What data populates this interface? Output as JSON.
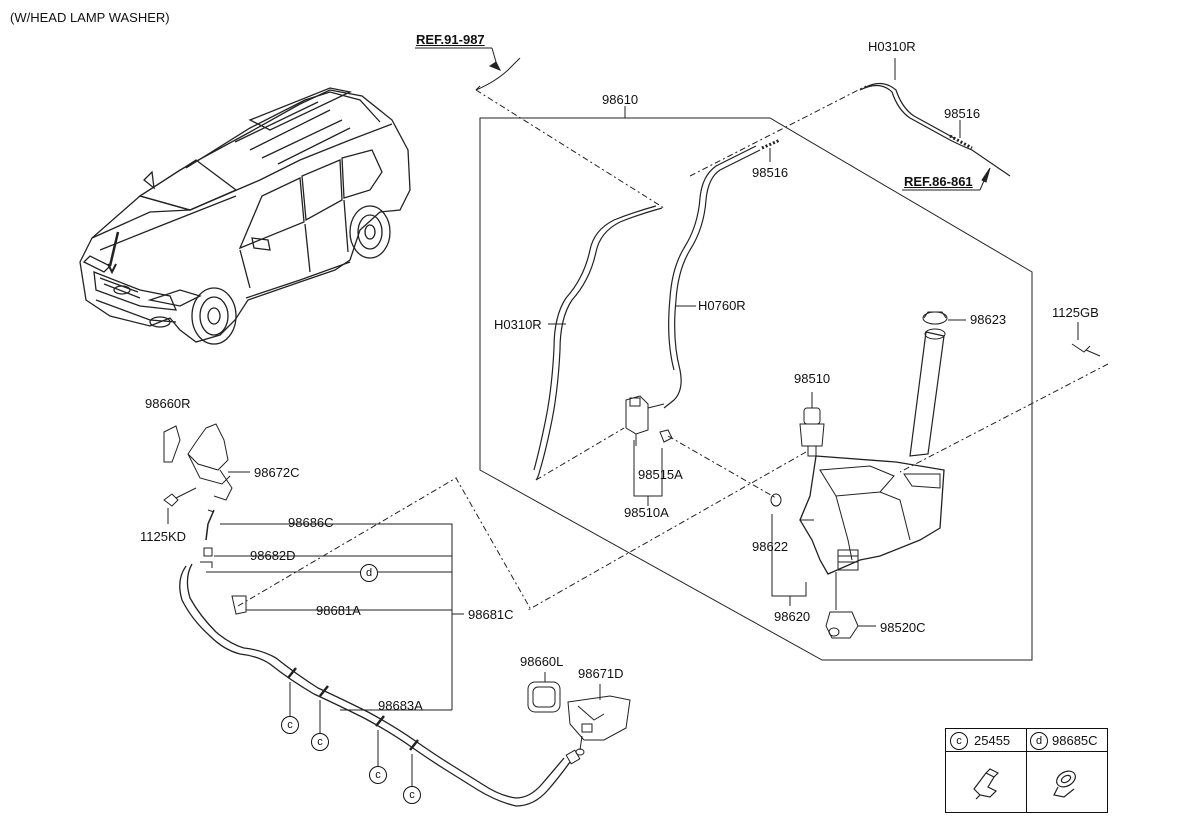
{
  "header": {
    "title": "(W/HEAD LAMP WASHER)"
  },
  "refs": {
    "ref_91": "REF.91-987",
    "ref_86": "REF.86-861"
  },
  "parts": {
    "p98610": "98610",
    "h0310r_top": "H0310R",
    "p98516_right": "98516",
    "p98516_mid": "98516",
    "h0310r_left": "H0310R",
    "h0760r": "H0760R",
    "p98623": "98623",
    "p1125gb": "1125GB",
    "p98510": "98510",
    "p98515a": "98515A",
    "p98510a": "98510A",
    "p98622": "98622",
    "p98620": "98620",
    "p98520c": "98520C",
    "p98660r": "98660R",
    "p98672c": "98672C",
    "p1125kd": "1125KD",
    "p98686c": "98686C",
    "p98682d": "98682D",
    "p98681a": "98681A",
    "p98681c": "98681C",
    "p98683a": "98683A",
    "p98660l": "98660L",
    "p98671d": "98671D"
  },
  "callouts": {
    "c": "c",
    "d": "d"
  },
  "legend": {
    "c_symbol": "c",
    "c_part": "25455",
    "d_symbol": "d",
    "d_part": "98685C"
  }
}
